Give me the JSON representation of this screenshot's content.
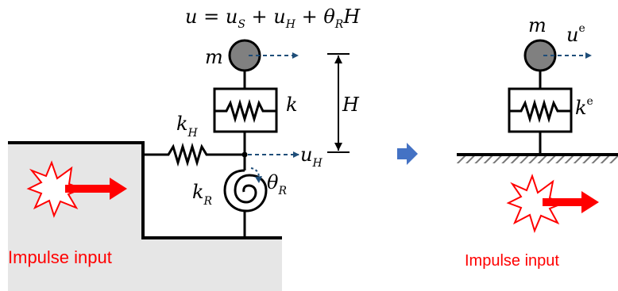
{
  "equation": {
    "u": "u",
    "eq": " = ",
    "uS": "u",
    "S": "S",
    "plus1": " + ",
    "uH": "u",
    "H": "H",
    "plus2": " + ",
    "theta": "θ",
    "R": "R",
    "Hend": "H"
  },
  "left_model": {
    "mass_label": "m",
    "spring_k_label": "k",
    "height_label": "H",
    "kH_main": "k",
    "kH_sub": "H",
    "uH_main": "u",
    "uH_sub": "H",
    "theta_main": "θ",
    "theta_sub": "R",
    "kR_main": "k",
    "kR_sub": "R",
    "impulse_label": "Impulse input"
  },
  "right_model": {
    "mass_label": "m",
    "ue_main": "u",
    "ue_sup": "e",
    "ke_main": "k",
    "ke_sup": "e",
    "impulse_label": "Impulse input"
  },
  "colors": {
    "impulse": "#ff0000",
    "mass_fill": "#808080",
    "ground_fill": "#e6e6e6",
    "dash_arrow": "#1f4e79",
    "transform_arrow": "#4472c4"
  }
}
